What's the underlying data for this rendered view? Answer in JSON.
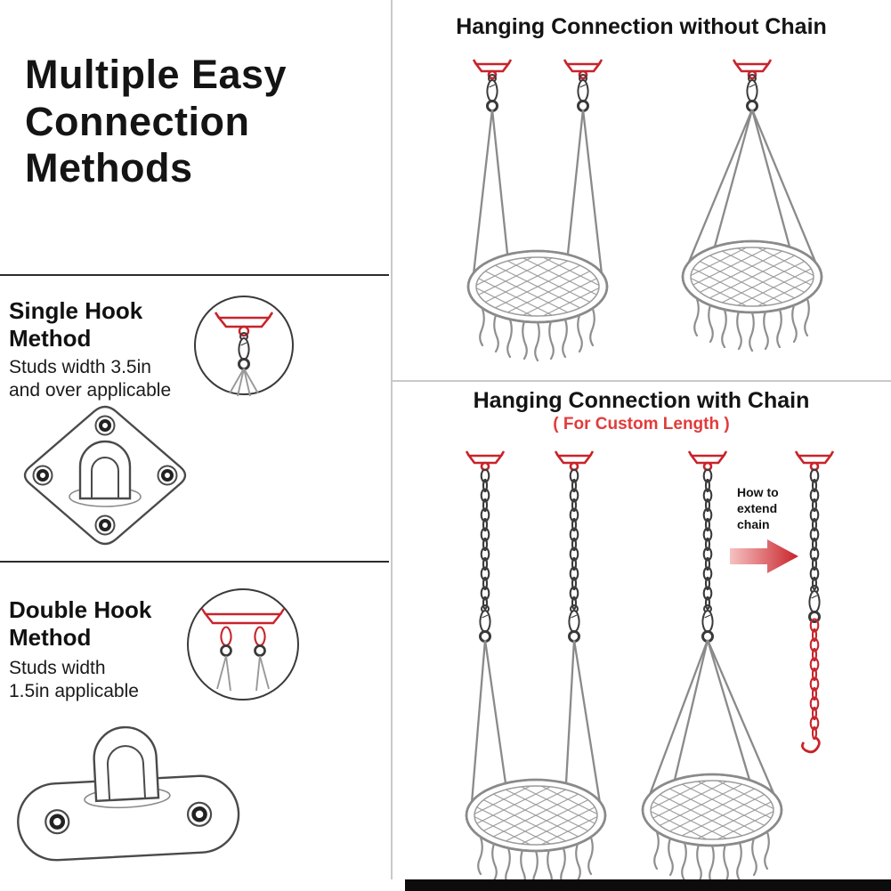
{
  "left_panel": {
    "title": "Multiple Easy\nConnection\nMethods",
    "single_hook": {
      "heading": "Single Hook\nMethod",
      "subtext": "Studs width 3.5in\nand over applicable"
    },
    "double_hook": {
      "heading": "Double Hook\nMethod",
      "subtext": "Studs width\n1.5in applicable"
    }
  },
  "right_panel": {
    "without_chain": {
      "title": "Hanging Connection without Chain"
    },
    "with_chain": {
      "title": "Hanging Connection with Chain",
      "subtitle": "( For Custom Length )",
      "extend_note": "How to\nextend\nchain"
    }
  },
  "colors": {
    "accent_red": "#c8232a",
    "rope_gray": "#8a8a8a",
    "text_black": "#111111"
  }
}
